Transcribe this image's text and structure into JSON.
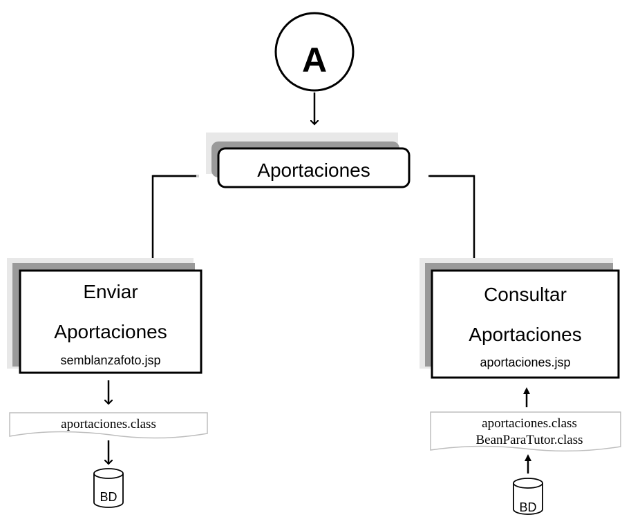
{
  "connector": {
    "label": "A"
  },
  "root": {
    "label": "Aportaciones"
  },
  "left": {
    "title_line1": "Enviar",
    "title_line2": "Aportaciones",
    "file": "semblanzafoto.jsp",
    "class_doc": {
      "line1": "aportaciones.class"
    },
    "db": {
      "label": "BD"
    }
  },
  "right": {
    "title_line1": "Consultar",
    "title_line2": "Aportaciones",
    "file": "aportaciones.jsp",
    "class_doc": {
      "line1": "aportaciones.class",
      "line2": "BeanParaTutor.class"
    },
    "db": {
      "label": "BD"
    }
  },
  "colors": {
    "stroke": "#000000",
    "shadow": "#9a9a9a",
    "shadow_light": "#dcdcdc",
    "doc_shadow": "#bdbdbd"
  }
}
